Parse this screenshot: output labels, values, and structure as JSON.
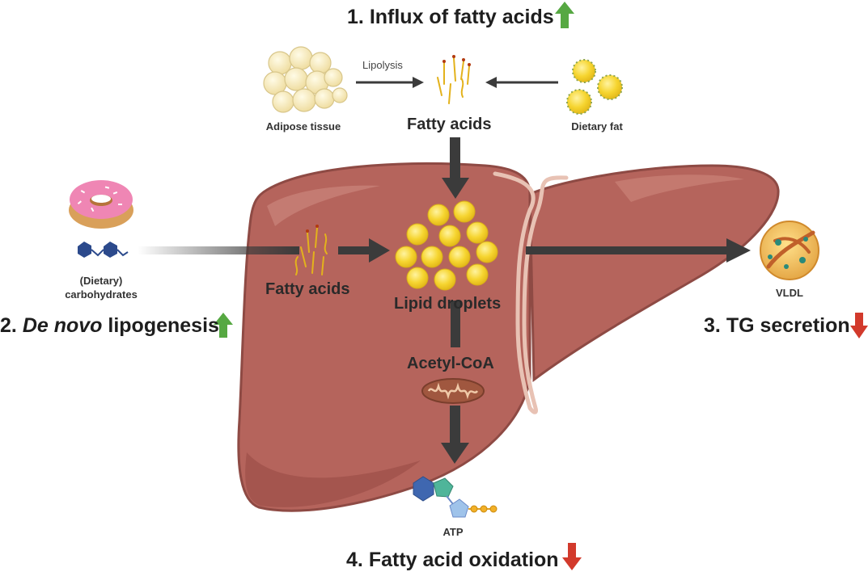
{
  "steps": {
    "influx": {
      "number": "1.",
      "text": "Influx of fatty acids",
      "trend": "up",
      "trend_icon": "arrow-up-icon"
    },
    "dnl": {
      "number": "2.",
      "italic": "De novo",
      "text": "lipogenesis",
      "trend": "up",
      "trend_icon": "arrow-up-icon"
    },
    "tg": {
      "number": "3.",
      "text": "TG secretion",
      "trend": "down",
      "trend_icon": "arrow-down-icon"
    },
    "oxidation": {
      "number": "4.",
      "text": "Fatty acid oxidation",
      "trend": "down",
      "trend_icon": "arrow-down-icon"
    }
  },
  "labels": {
    "adipose": "Adipose tissue",
    "lipolysis": "Lipolysis",
    "fatty_acids_top": "Fatty acids",
    "dietary_fat": "Dietary fat",
    "carbs_line1": "(Dietary)",
    "carbs_line2": "carbohydrates",
    "fatty_acids_liver": "Fatty acids",
    "lipid_droplets": "Lipid droplets",
    "acetyl_coa": "Acetyl-CoA",
    "vldl": "VLDL",
    "atp": "ATP"
  },
  "colors": {
    "liver": "#b5645c",
    "liver_dark": "#9c4f48",
    "liver_outline": "#8e4a44",
    "ligament": "#e8c2b4",
    "droplet": "#f3cf2e",
    "up_arrow": "#56a842",
    "down_arrow": "#d23a2c",
    "flow_arrow": "#3b3b3b"
  }
}
